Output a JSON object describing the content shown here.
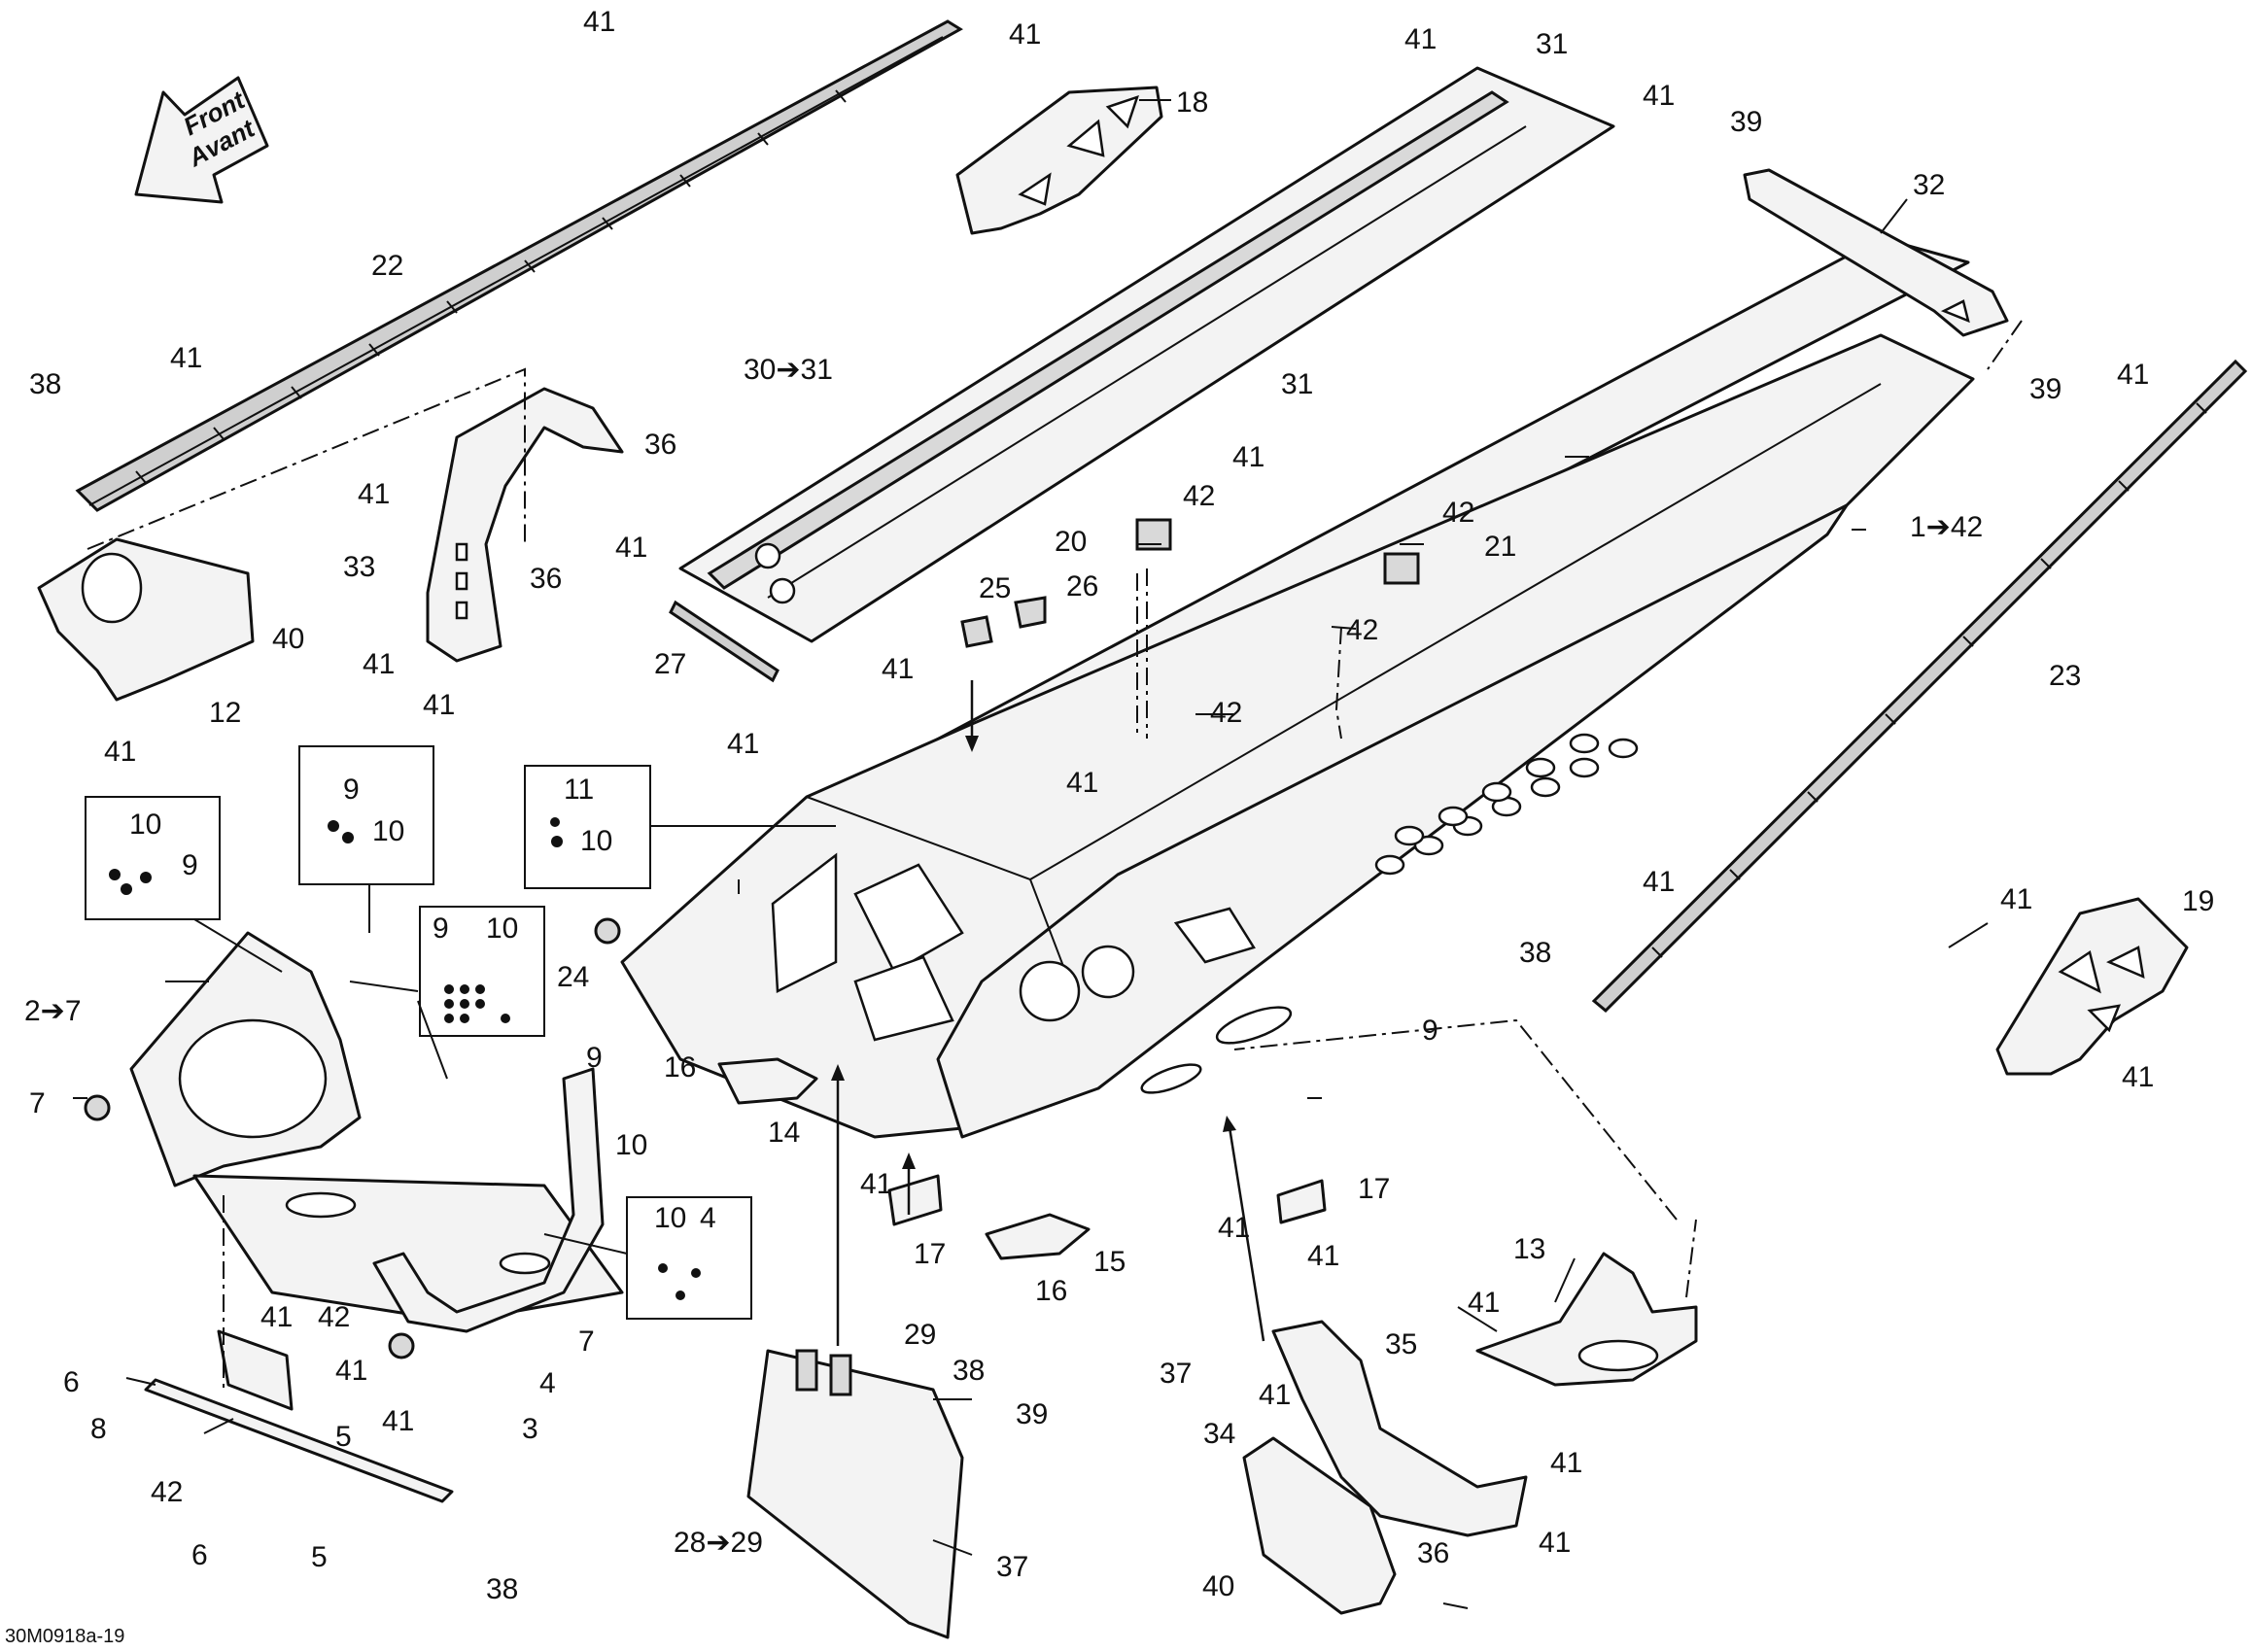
{
  "diagram": {
    "reference": "30M0918a-19",
    "front_arrow": {
      "line1": "Front",
      "line2": "Avant"
    },
    "callouts": {
      "c1": "41",
      "c2": "41",
      "c3": "18",
      "c4": "41",
      "c5": "31",
      "c6": "41",
      "c7": "39",
      "c8": "32",
      "c9": "22",
      "c10": "41",
      "c11": "38",
      "c12": "36",
      "c13": "41",
      "c14": "33",
      "c15": "36",
      "c16": "40",
      "c17": "12",
      "c18": "41",
      "c19": "41",
      "c20": "41",
      "c21": "30➔31",
      "c22": "31",
      "c23": "41",
      "c24": "39",
      "c25": "41",
      "c26": "1➔42",
      "c27": "23",
      "c28": "42",
      "c29": "20",
      "c30": "42",
      "c31": "21",
      "c32": "42",
      "c33": "25",
      "c34": "26",
      "c35": "41",
      "c36": "27",
      "c37": "41",
      "c38": "42",
      "c39": "41",
      "c40": "41",
      "c41": "24",
      "c42": "9",
      "c43": "10",
      "c44": "10",
      "c45": "9",
      "c46": "11",
      "c47": "10",
      "c48": "9",
      "c49": "10",
      "c50": "2➔7",
      "c51": "7",
      "c52": "9",
      "c53": "10",
      "c54": "16",
      "c55": "14",
      "c56": "41",
      "c57": "17",
      "c58": "16",
      "c59": "15",
      "c60": "17",
      "c61": "41",
      "c62": "41",
      "c63": "41",
      "c64": "38",
      "c65": "19",
      "c66": "41",
      "c67": "41",
      "c68": "9",
      "c69": "10",
      "c70": "4",
      "c71": "41",
      "c72": "42",
      "c73": "7",
      "c74": "41",
      "c75": "41",
      "c76": "4",
      "c77": "3",
      "c78": "6",
      "c79": "8",
      "c80": "5",
      "c81": "42",
      "c82": "6",
      "c83": "5",
      "c84": "38",
      "c85": "29",
      "c86": "38",
      "c87": "39",
      "c88": "28➔29",
      "c89": "37",
      "c90": "35",
      "c91": "37",
      "c92": "41",
      "c93": "34",
      "c94": "41",
      "c95": "36",
      "c96": "41",
      "c97": "40",
      "c98": "13",
      "c99": "41"
    }
  }
}
